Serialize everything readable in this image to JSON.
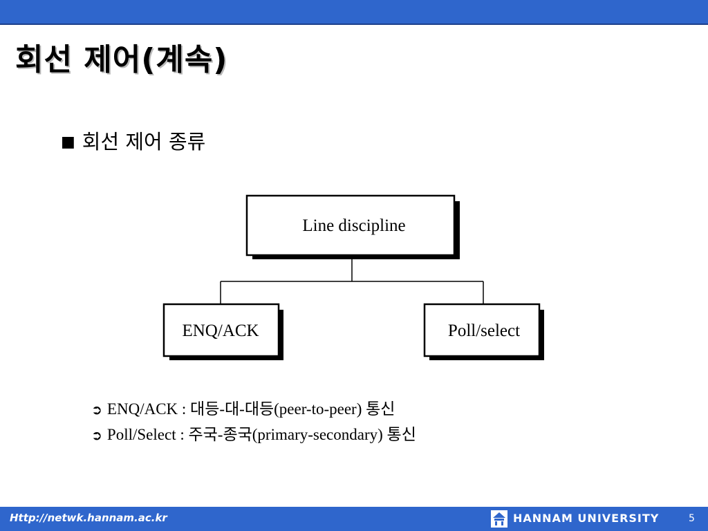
{
  "slide": {
    "title": "회선 제어(계속)",
    "bullet_marker": "■",
    "bullet": "회선 제어 종류"
  },
  "diagram": {
    "root": "Line discipline",
    "children": [
      "ENQ/ACK",
      "Poll/select"
    ]
  },
  "notes": [
    {
      "marker": "➲",
      "text": "ENQ/ACK : 대등-대-대등(peer-to-peer) 통신"
    },
    {
      "marker": "➲",
      "text": "Poll/Select : 주국-종국(primary-secondary) 통신"
    }
  ],
  "footer": {
    "url": "Http://netwk.hannam.ac.kr",
    "university": "HANNAM UNIVERSITY",
    "page_number": "5"
  },
  "colors": {
    "bar": "#2f66cc",
    "box_shadow": "#000000"
  }
}
